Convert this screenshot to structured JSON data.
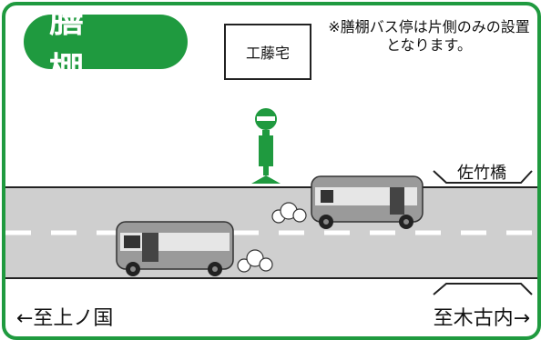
{
  "stop": {
    "name": "膳　棚",
    "color": "#1f9a3f"
  },
  "landmark": {
    "label": "工藤宅"
  },
  "note": {
    "text": "※膳棚バス停は片側のみの設置となります。"
  },
  "bridge": {
    "label": "佐竹橋"
  },
  "directions": {
    "left": "←至上ノ国",
    "right": "至木古内→"
  },
  "icons": [
    "bus-stop-pole-icon",
    "bus-icon",
    "exhaust-cloud-icon"
  ]
}
